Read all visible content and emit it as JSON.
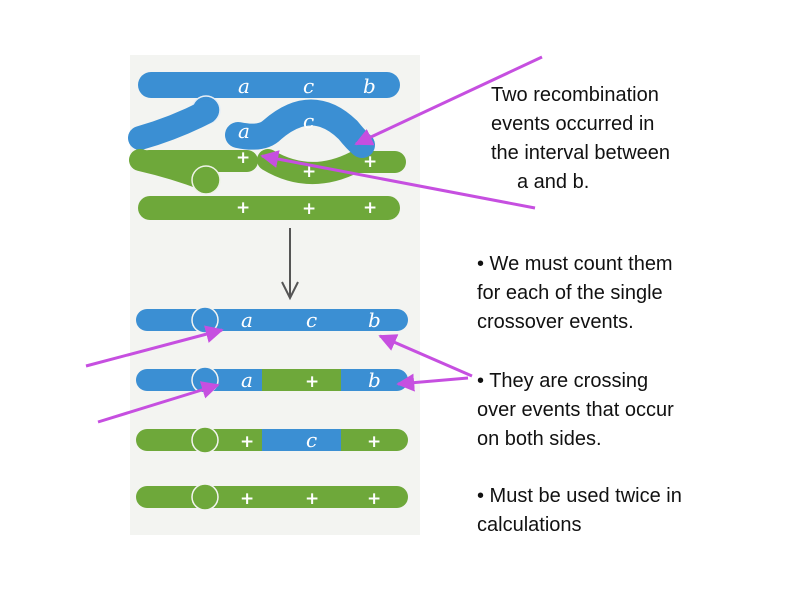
{
  "colors": {
    "blue": "#3b8fd3",
    "green": "#6ea83a",
    "arrow": "#c64fe0",
    "down_arrow": "#555555"
  },
  "diagram": {
    "top": {
      "blue_chromatid_labels": [
        "a",
        "c",
        "b"
      ],
      "crossing_labels": [
        "a",
        "c",
        "+"
      ],
      "green_chromatid_labels": [
        "+",
        "+",
        "+"
      ],
      "crossing_hidden_label": "+"
    },
    "products": [
      {
        "colors": [
          "blue",
          "blue",
          "blue"
        ],
        "labels": [
          "a",
          "c",
          "b"
        ]
      },
      {
        "colors": [
          "blue",
          "green",
          "blue"
        ],
        "labels": [
          "a",
          "+",
          "b"
        ]
      },
      {
        "colors": [
          "green",
          "blue",
          "green"
        ],
        "labels": [
          "+",
          "c",
          "+"
        ]
      },
      {
        "colors": [
          "green",
          "green",
          "green"
        ],
        "labels": [
          "+",
          "+",
          "+"
        ]
      }
    ]
  },
  "texts": {
    "recombination": [
      "Two recombination",
      "events occurred in",
      "the interval between",
      "a and b."
    ],
    "count": [
      "• We must count them",
      "for each of the single",
      "crossover events."
    ],
    "crossing": [
      "• They are crossing",
      "over events that occur",
      "on both sides."
    ],
    "twice": [
      "• Must be used twice in",
      "calculations"
    ]
  }
}
